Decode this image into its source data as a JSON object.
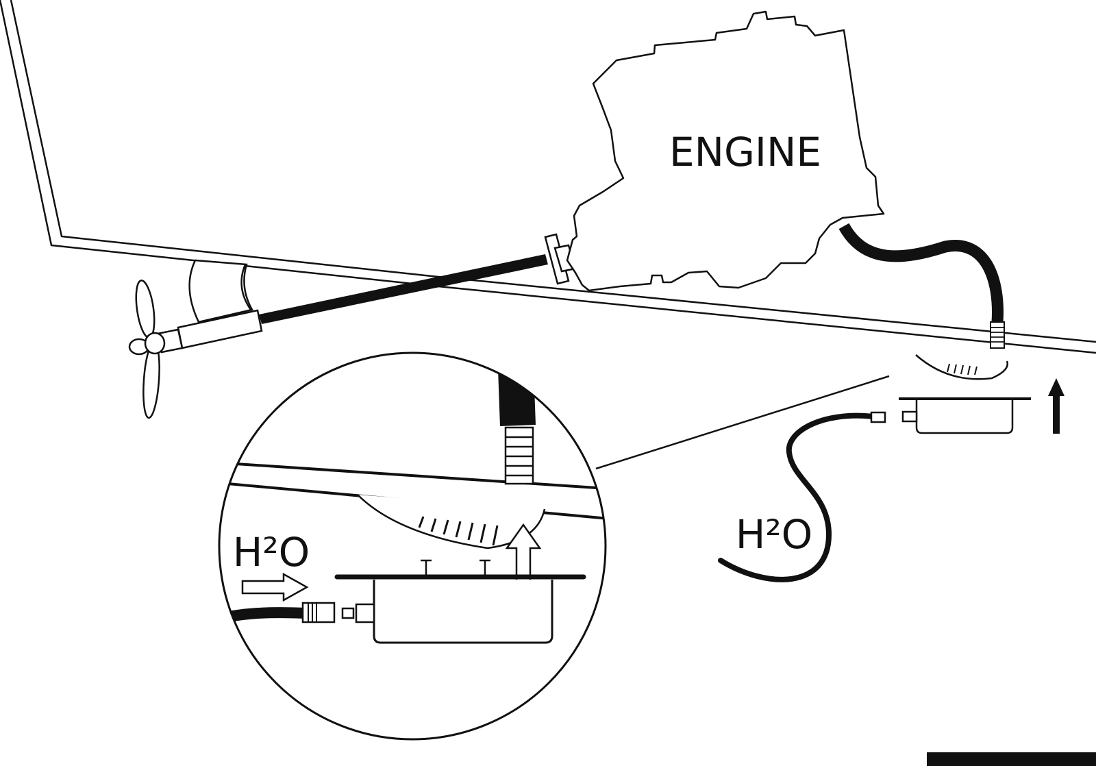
{
  "labels": {
    "engine": "ENGINE",
    "water_outside": "H²O",
    "water_inset": "H²O"
  },
  "colors": {
    "ink": "#111111",
    "paper": "#ffffff"
  }
}
